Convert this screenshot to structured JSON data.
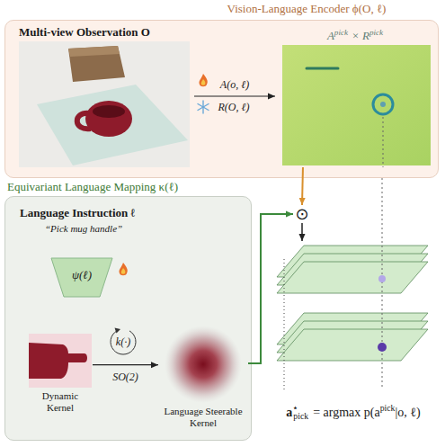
{
  "diagram": {
    "nodes": [
      {
        "text": [
          "Vision-Language Encoder ϕ(O, ℓ)"
        ]
      },
      {
        "text": [
          "Multi-view Observation O"
        ],
        "in": 0
      },
      {
        "text": [
          "A",
          "pick",
          "× R",
          "pick"
        ],
        "in": 0
      },
      {
        "text": [
          "Equivariant Language Mapping κ(ℓ)",
          "Language Instruction ℓ",
          "“Pick mug handle”"
        ]
      },
      {
        "text": [
          "ψ(ℓ)"
        ],
        "in": 3
      },
      {
        "text": [
          "Dynamic Kernel"
        ],
        "in": 3
      },
      {
        "text": [
          "Language Steerable Kernel"
        ],
        "in": 3
      },
      {
        "text": [
          "⊙"
        ]
      },
      {
        "text": [
          "a",
          "⋆",
          "pick",
          "= argmax p(a",
          "pick",
          "|o, ℓ)"
        ]
      }
    ],
    "edges": [
      {
        "from": 1,
        "to": 2,
        "arrow": "to",
        "label": "A(o, ℓ)"
      },
      {
        "from": 5,
        "to": 6,
        "arrow": "to",
        "label": "SO(2)"
      },
      {
        "from": 2,
        "to": 7,
        "arrow": "to"
      },
      {
        "from": 6,
        "to": 7,
        "arrow": "to"
      },
      {
        "from": 7,
        "to": 8,
        "arrow": "to"
      }
    ],
    "labels": [
      "R(O, ℓ)",
      "k(·)"
    ]
  }
}
